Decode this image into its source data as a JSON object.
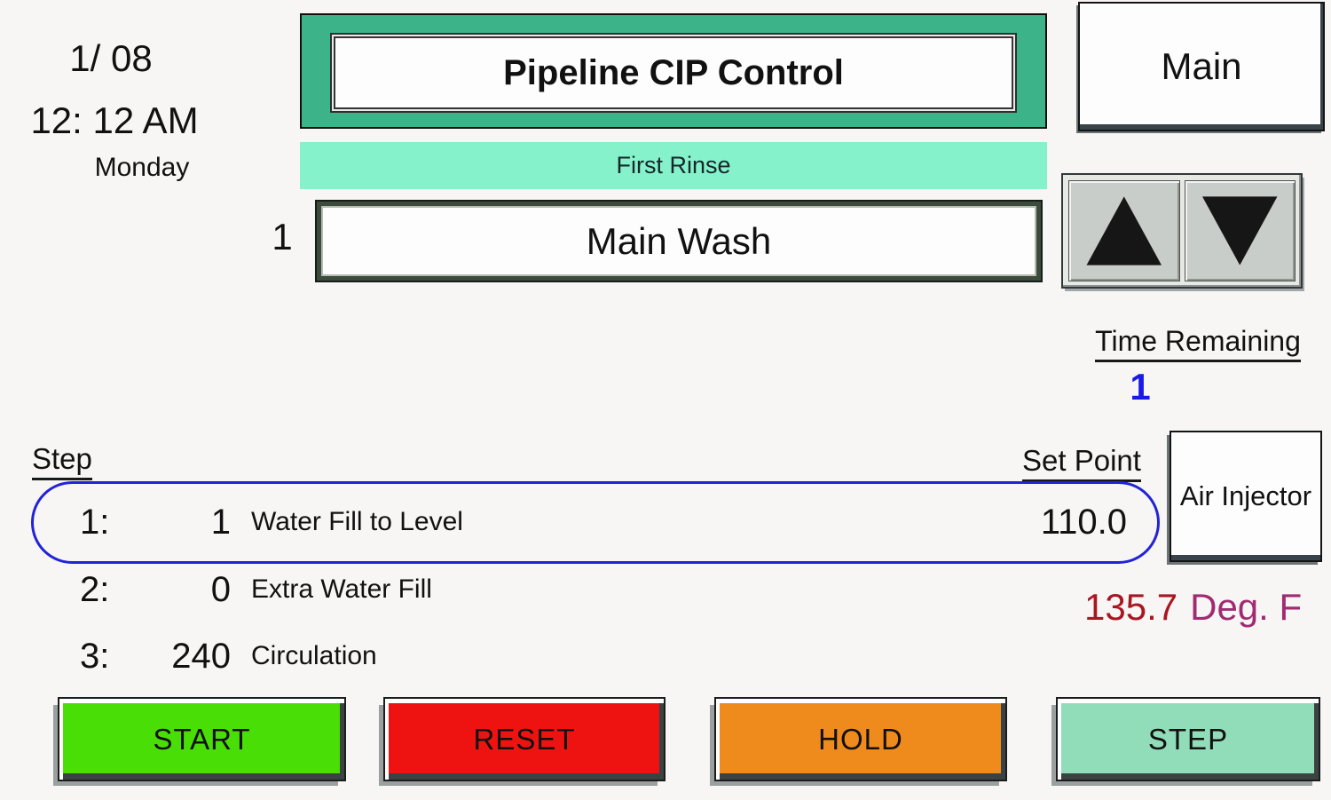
{
  "clock": {
    "date": "1/ 08",
    "time": "12: 12 AM",
    "day": "Monday"
  },
  "header": {
    "title": "Pipeline CIP Control",
    "phase": "First Rinse",
    "program_number": "1",
    "program_name": "Main Wash"
  },
  "nav": {
    "main_label": "Main"
  },
  "scroller": {
    "up_icon": "up-arrow",
    "down_icon": "down-arrow"
  },
  "time_remaining": {
    "label": "Time Remaining",
    "value": "1"
  },
  "steps": {
    "step_header": "Step",
    "setpoint_header": "Set Point",
    "rows": [
      {
        "num": "1:",
        "value": "1",
        "label": "Water Fill to Level",
        "setpoint": "110.0",
        "active": true
      },
      {
        "num": "2:",
        "value": "0",
        "label": "Extra Water Fill"
      },
      {
        "num": "3:",
        "value": "240",
        "label": "Circulation"
      }
    ]
  },
  "air_injector": {
    "label": "Air Injector"
  },
  "temperature": {
    "value": "135.7",
    "unit": "Deg. F"
  },
  "buttons": {
    "start": "START",
    "reset": "RESET",
    "hold": "HOLD",
    "step": "STEP"
  },
  "colors": {
    "bg": "#f7f6f4",
    "title-green": "#3cb389",
    "mint": "#85f2cb",
    "blue": "#2323d6",
    "blue-value": "#1a1ae8",
    "temp-value": "#a91622",
    "temp-unit": "#a02b72",
    "arrow-gray": "#c9cdc9",
    "start": "#49df06",
    "reset": "#ee1310",
    "hold": "#ef8b1c",
    "step": "#92ddb9"
  }
}
